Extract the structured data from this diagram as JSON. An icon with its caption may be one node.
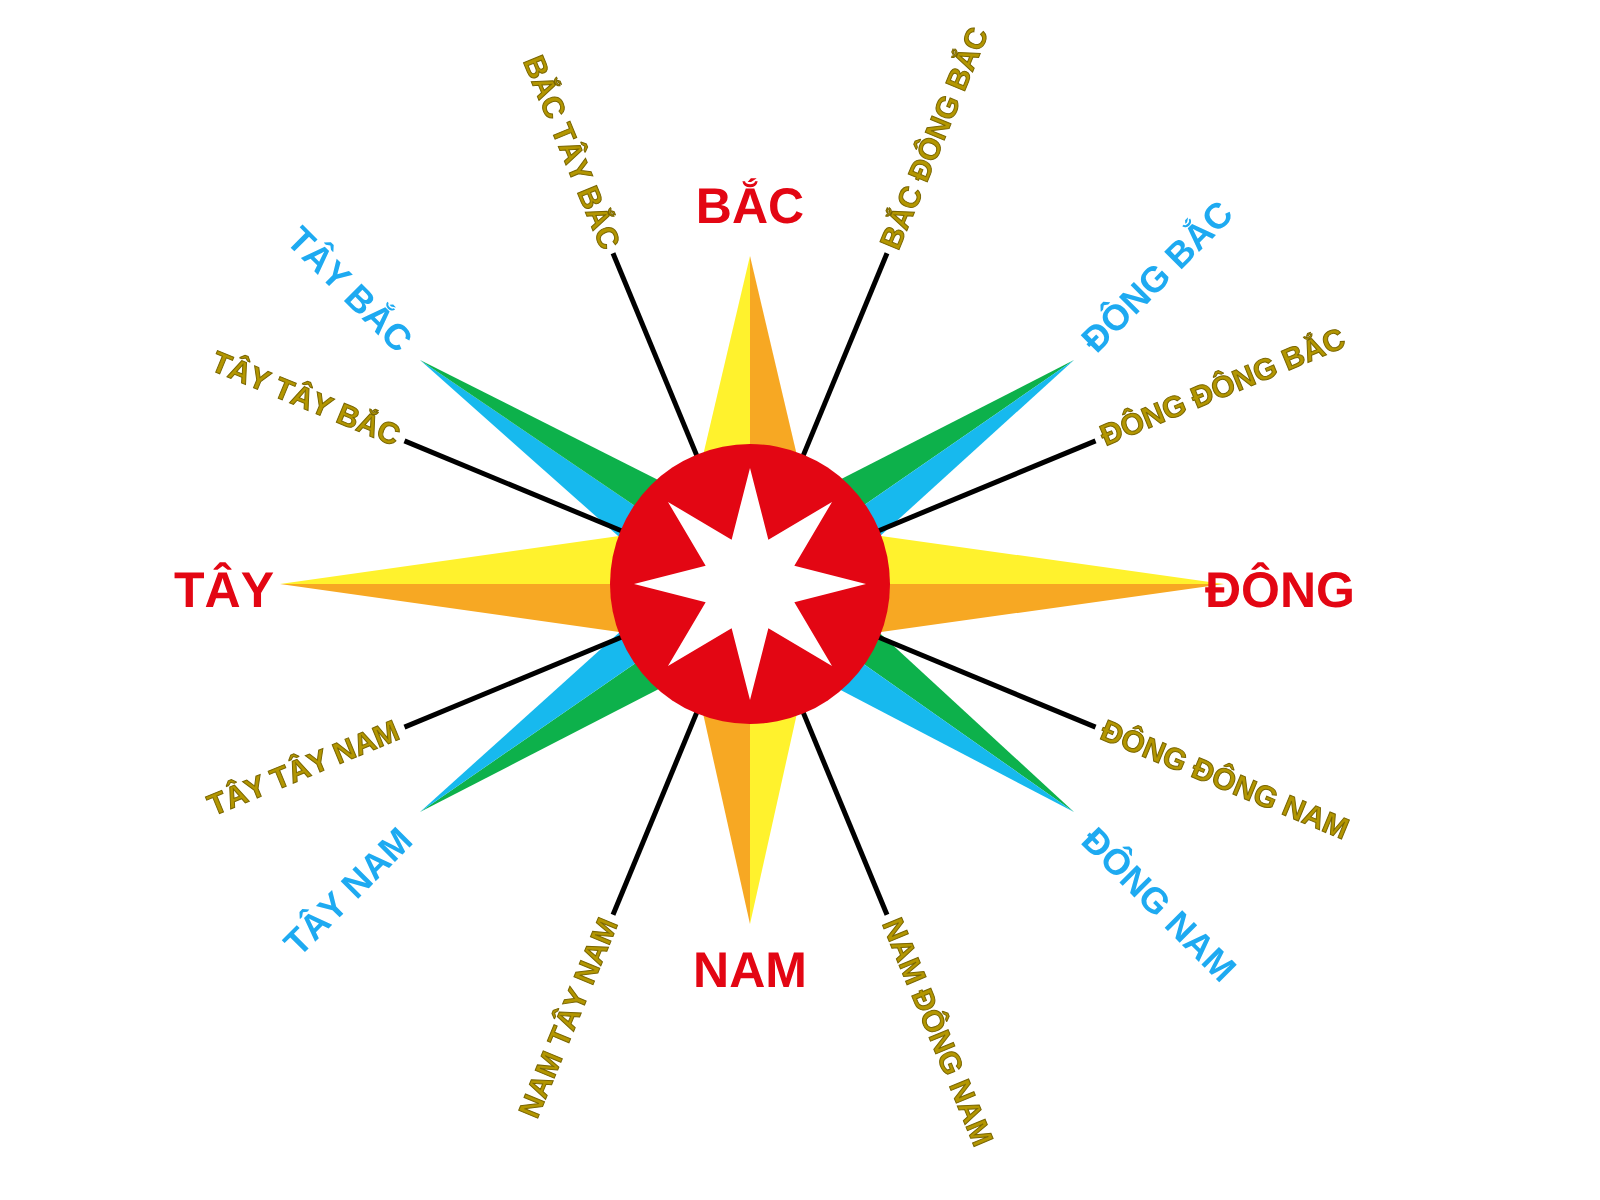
{
  "diagram": {
    "nodes": [
      {
        "text": [],
        "shape": "circle"
      },
      {
        "text": [
          "BẮC TÂY BẮC"
        ]
      },
      {
        "text": [
          "BẮC ĐÔNG BẮC"
        ]
      },
      {
        "text": [
          "TÂY TÂY BẮC"
        ]
      },
      {
        "text": [
          "ĐÔNG ĐÔNG BẮC"
        ]
      },
      {
        "text": [
          "ĐÔNG ĐÔNG NAM"
        ]
      },
      {
        "text": [
          "TÂY TÂY NAM"
        ]
      },
      {
        "text": [
          "NAM TÂY NAM"
        ]
      },
      {
        "text": [
          "NAM ĐÔNG NAM"
        ]
      }
    ],
    "edges": [
      {
        "from": 0,
        "to": 1,
        "arrow": "none"
      },
      {
        "from": 0,
        "to": 2,
        "arrow": "none"
      },
      {
        "from": 0,
        "to": 3,
        "arrow": "none"
      },
      {
        "from": 0,
        "to": 4,
        "arrow": "none"
      },
      {
        "from": 0,
        "to": 5,
        "arrow": "none"
      },
      {
        "from": 0,
        "to": 6,
        "arrow": "none"
      },
      {
        "from": 0,
        "to": 7,
        "arrow": "none"
      },
      {
        "from": 0,
        "to": 8,
        "arrow": "none"
      }
    ],
    "labels": [
      "BẮC",
      "TÂY BẮC",
      "ĐÔNG BẮC",
      "TÂY",
      "ĐÔNG",
      "TÂY NAM",
      "ĐÔNG NAM",
      "NAM"
    ]
  }
}
